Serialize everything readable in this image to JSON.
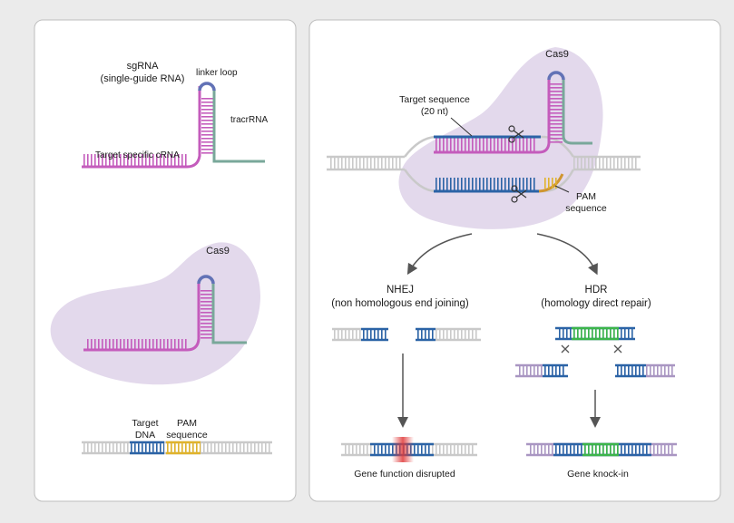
{
  "left_panel": {
    "sgrna_title_1": "sgRNA",
    "sgrna_title_2": "(single-guide RNA)",
    "linker_loop": "linker loop",
    "tracrrna": "tracrRNA",
    "target_crna": "Target specific cRNA",
    "cas9": "Cas9",
    "target_dna_1": "Target",
    "target_dna_2": "DNA",
    "pam_1": "PAM",
    "pam_2": "sequence"
  },
  "right_panel": {
    "cas9": "Cas9",
    "target_seq_1": "Target sequence",
    "target_seq_2": "(20 nt)",
    "pam_1": "PAM",
    "pam_2": "sequence",
    "nhej_title": "NHEJ",
    "nhej_sub": "(non homologous end joining)",
    "hdr_title": "HDR",
    "hdr_sub": "(homology direct repair)",
    "nhej_result": "Gene function disrupted",
    "hdr_result": "Gene knock-in"
  },
  "colors": {
    "background": "#ebebeb",
    "panel": "#ffffff",
    "cas9_blob": "#e3d9ec",
    "sgrna_pink": "#c45cbc",
    "loop_blue": "#6272b6",
    "tracr_green": "#79a89a",
    "dna_blue": "#2b63a6",
    "dna_gray": "#c9c9c9",
    "pam_yellow": "#e0b32c",
    "pam_orange": "#d09630",
    "insert_green": "#3cb54a",
    "donor_purple": "#a996c2",
    "cut_red": "#e03a3a"
  }
}
